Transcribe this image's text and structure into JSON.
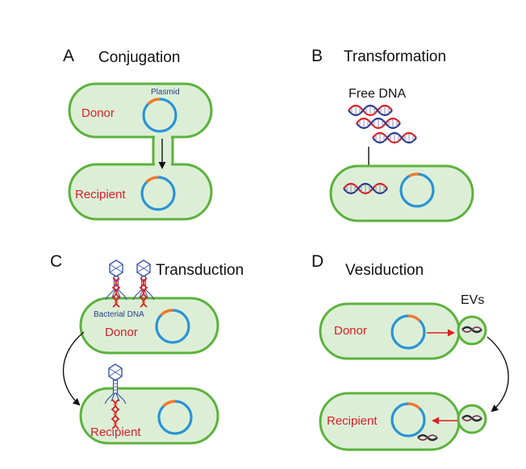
{
  "panels": {
    "a": {
      "letter": "A",
      "title": "Conjugation",
      "plasmid": "Plasmid",
      "donor": "Donor",
      "recipient": "Recipient"
    },
    "b": {
      "letter": "B",
      "title": "Transformation",
      "free_dna": "Free DNA"
    },
    "c": {
      "letter": "C",
      "title": "Transduction",
      "bacterial_dna": "Bacterial DNA",
      "donor": "Donor",
      "recipient": "Recipient"
    },
    "d": {
      "letter": "D",
      "title": "Vesiduction",
      "evs": "EVs",
      "donor": "Donor",
      "recipient": "Recipient"
    }
  },
  "colors": {
    "cell_fill": "#dcefd6",
    "cell_border": "#5cb23d",
    "plasmid": "#2a93d5",
    "plasmid_segment": "#f07a2c",
    "label_red": "#d8202a",
    "label_blue": "#2b3a8c",
    "dna_red": "#d8202a",
    "dna_blue": "#2b3a8c",
    "phage": "#3a56a8",
    "arrow_red": "#e02020"
  },
  "icons": [
    "plasmid-icon",
    "dna-helix-icon",
    "bacteriophage-icon",
    "extracellular-vesicle-icon",
    "arrow-icon"
  ]
}
